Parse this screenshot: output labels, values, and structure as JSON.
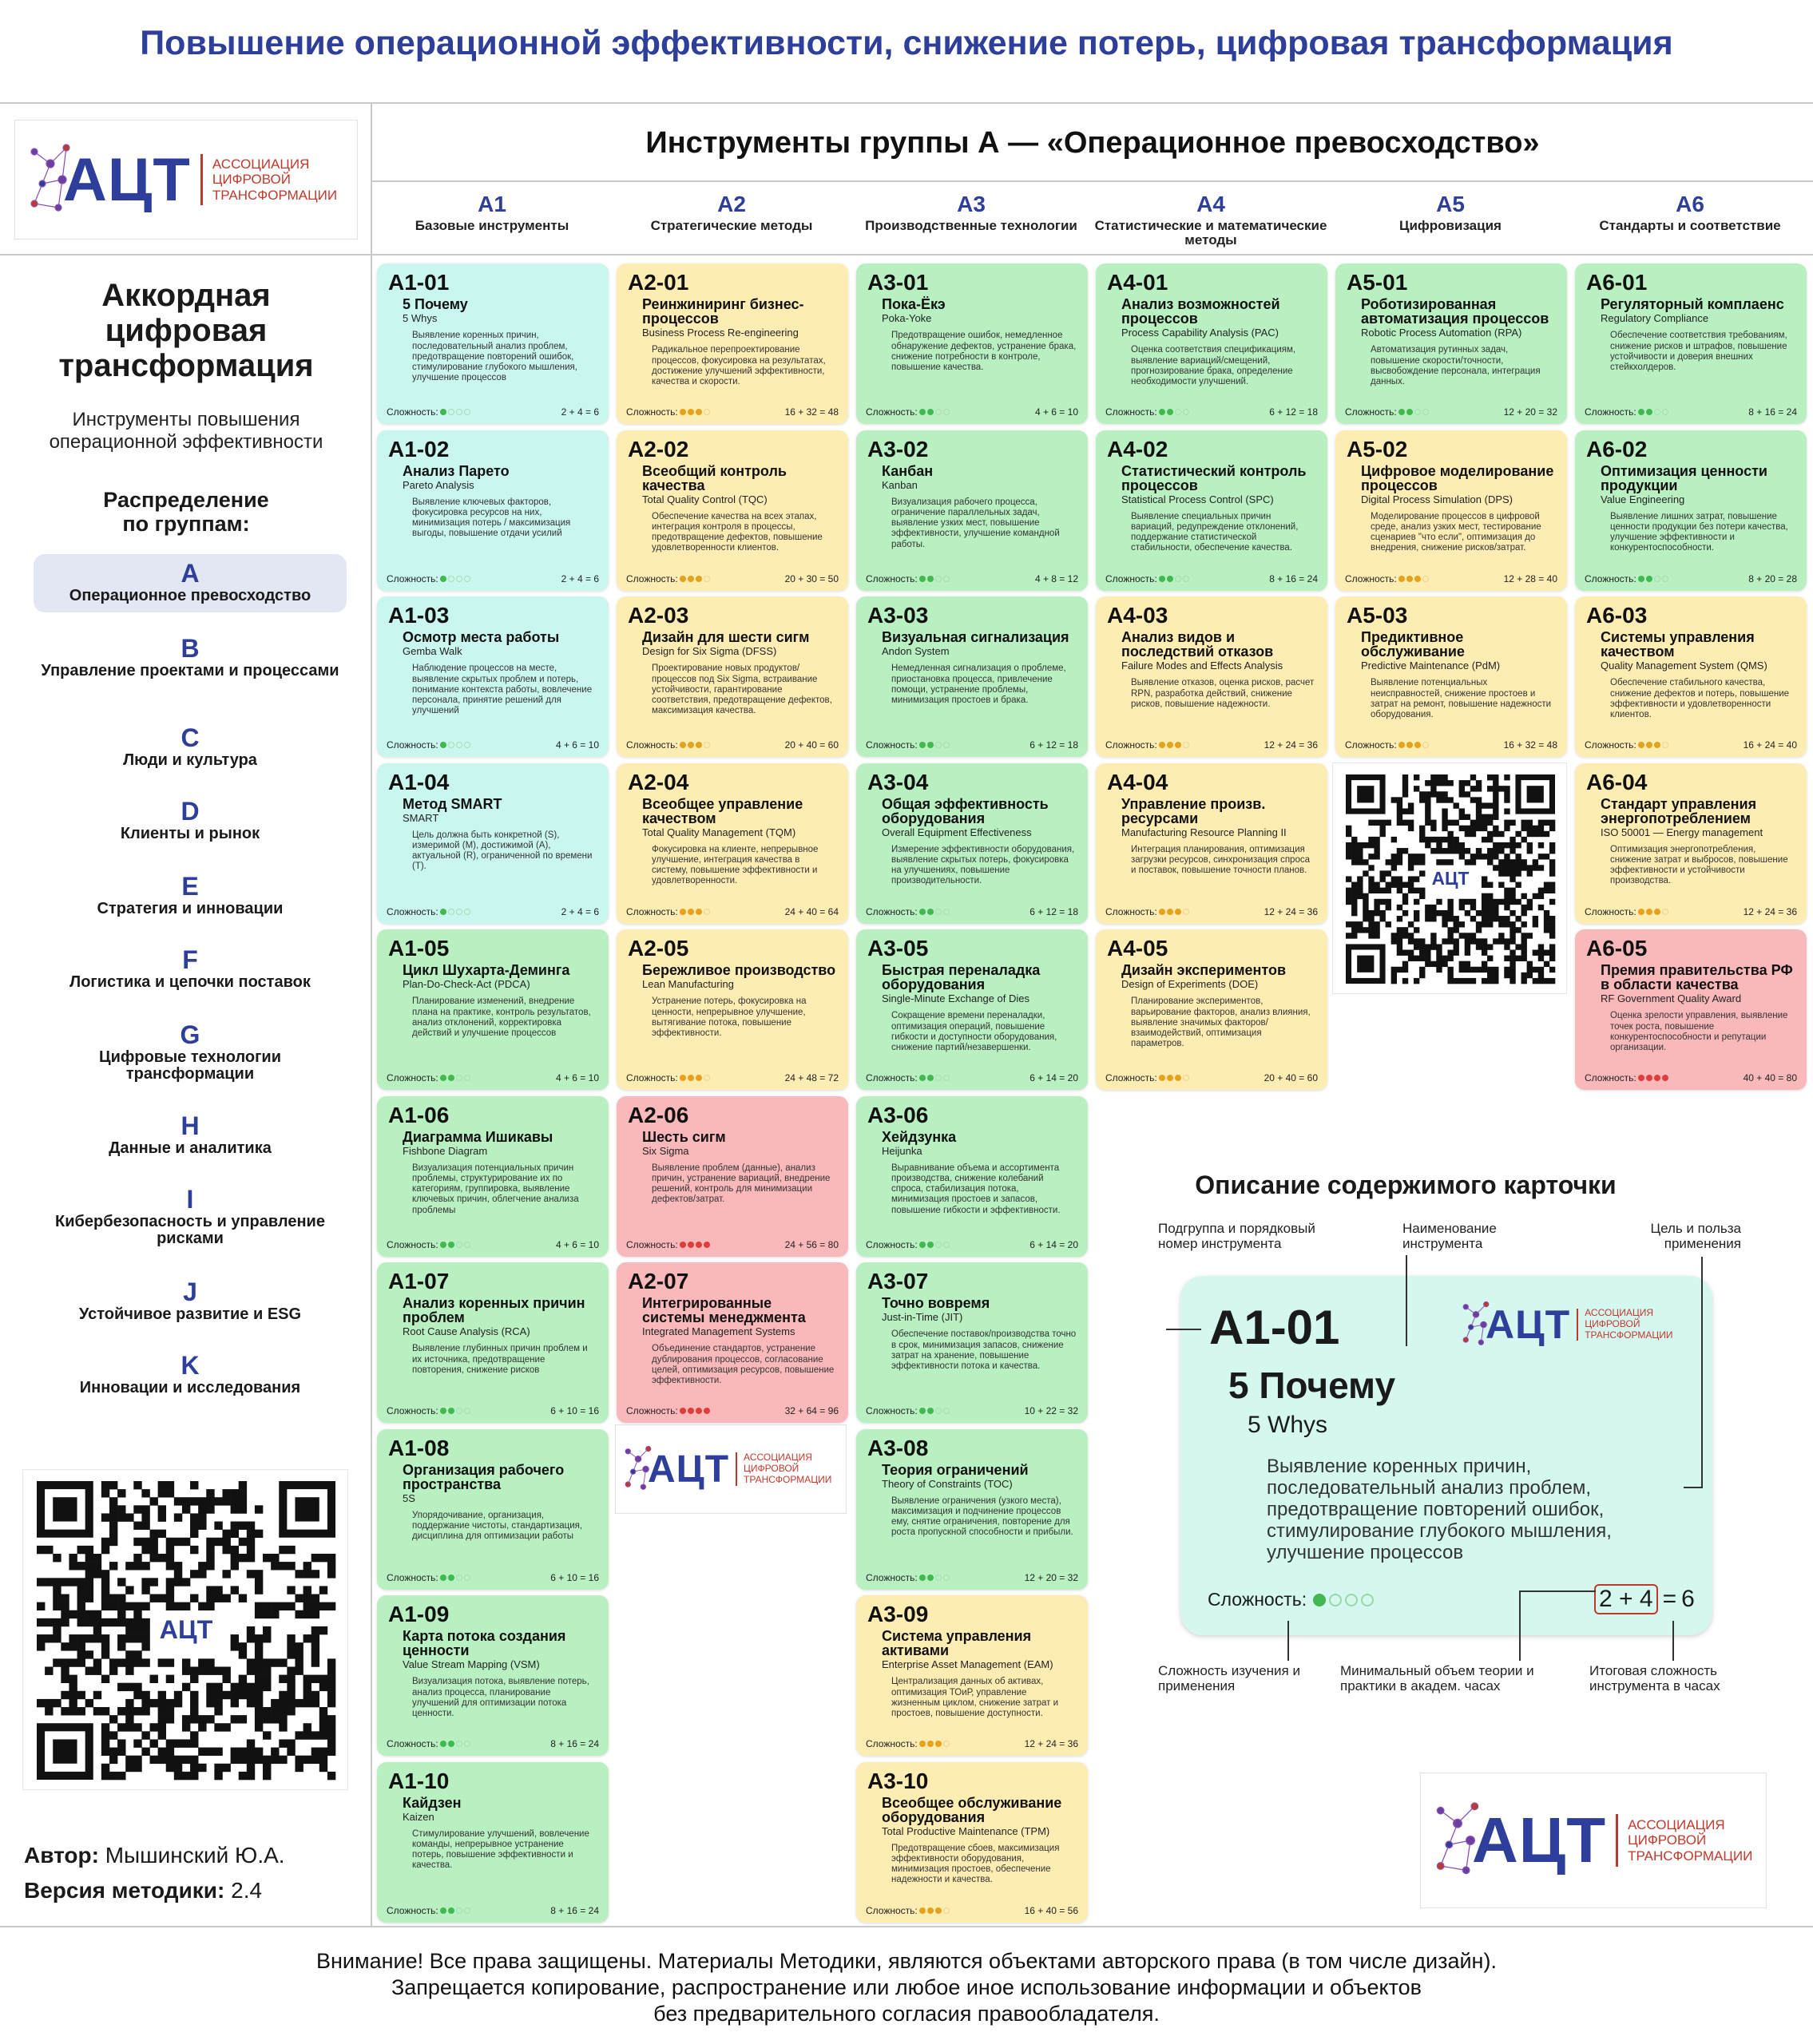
{
  "header": {
    "title": "Повышение операционной эффективности, снижение потерь, цифровая трансформация",
    "group_title": "Инструменты группы А — «Операционное превосходство»"
  },
  "logo": {
    "mark": "АЦТ",
    "caption": [
      "Ассоциация",
      "цифровой",
      "трансформации"
    ]
  },
  "columns": [
    {
      "code": "A1",
      "name": "Базовые инструменты"
    },
    {
      "code": "A2",
      "name": "Стратегические методы"
    },
    {
      "code": "A3",
      "name": "Производственные технологии"
    },
    {
      "code": "A4",
      "name": "Статистические и математические методы"
    },
    {
      "code": "A5",
      "name": "Цифровизация"
    },
    {
      "code": "A6",
      "name": "Стандарты и соответствие"
    }
  ],
  "sidebar": {
    "title": [
      "Аккордная",
      "цифровая",
      "трансформация"
    ],
    "subtitle": [
      "Инструменты повышения",
      "операционной эффективности"
    ],
    "distribution": [
      "Распределение",
      "по группам:"
    ],
    "groups": [
      {
        "letter": "A",
        "name": "Операционное превосходство"
      },
      {
        "letter": "B",
        "name": "Управление проектами и процессами"
      },
      {
        "letter": "C",
        "name": "Люди и культура"
      },
      {
        "letter": "D",
        "name": "Клиенты и рынок"
      },
      {
        "letter": "E",
        "name": "Стратегия и инновации"
      },
      {
        "letter": "F",
        "name": "Логистика и цепочки поставок"
      },
      {
        "letter": "G",
        "name": "Цифровые технологии трансформации"
      },
      {
        "letter": "H",
        "name": "Данные и аналитика"
      },
      {
        "letter": "I",
        "name": "Кибербезопасность и управление рисками"
      },
      {
        "letter": "J",
        "name": "Устойчивое развитие и ESG"
      },
      {
        "letter": "K",
        "name": "Инновации и исследования"
      }
    ],
    "author_label": "Автор:",
    "author": "Мышинский Ю.А.",
    "version_label": "Версия методики:",
    "version": "2.4"
  },
  "complexity_label": "Сложность:",
  "colors": {
    "cyan": "#c9f7ef",
    "green": "#b8f0c2",
    "yellow": "#fdedb3",
    "red": "#f9b9bb",
    "accent": "#2d3f9a",
    "brand_red": "#c0392b"
  },
  "cards": [
    {
      "id": "A1-01",
      "col": 0,
      "row": 0,
      "color": "cyan",
      "name": "5 Почему",
      "sub": "5 Whys",
      "desc": "Выявление коренных причин, последовательный анализ проблем, предотвращение повторений ошибок, стимулирование глубокого мышления, улучшение процессов",
      "level": 1,
      "formula": "2 + 4 = 6"
    },
    {
      "id": "A1-02",
      "col": 0,
      "row": 1,
      "color": "cyan",
      "name": "Анализ Парето",
      "sub": "Pareto Analysis",
      "desc": "Выявление ключевых факторов, фокусировка ресурсов на них, минимизация потерь / максимизация выгоды, повышение отдачи усилий",
      "level": 1,
      "formula": "2 + 4 = 6"
    },
    {
      "id": "A1-03",
      "col": 0,
      "row": 2,
      "color": "cyan",
      "name": "Осмотр места работы",
      "sub": "Gemba Walk",
      "desc": "Наблюдение процессов на месте, выявление скрытых проблем и потерь, понимание контекста работы, вовлечение персонала, принятие решений для улучшений",
      "level": 1,
      "formula": "4 + 6 = 10"
    },
    {
      "id": "A1-04",
      "col": 0,
      "row": 3,
      "color": "cyan",
      "name": "Метод SMART",
      "sub": "SMART",
      "desc": "Цель должна быть конкретной (S), измеримой (M), достижимой (A), актуальной (R), ограниченной по времени (T).",
      "level": 1,
      "formula": "2 + 4 = 6"
    },
    {
      "id": "A1-05",
      "col": 0,
      "row": 4,
      "color": "green",
      "name": "Цикл Шухарта-Деминга",
      "sub": "Plan-Do-Check-Act (PDCA)",
      "desc": "Планирование изменений, внедрение плана на практике, контроль результатов, анализ отклонений, корректировка действий и улучшение процессов",
      "level": 2,
      "formula": "4 + 6 = 10"
    },
    {
      "id": "A1-06",
      "col": 0,
      "row": 5,
      "color": "green",
      "name": "Диаграмма Ишикавы",
      "sub": "Fishbone Diagram",
      "desc": "Визуализация потенциальных причин проблемы, структурирование их по категориям, группировка, выявление ключевых причин, облегчение анализа проблемы",
      "level": 2,
      "formula": "4 + 6 = 10"
    },
    {
      "id": "A1-07",
      "col": 0,
      "row": 6,
      "color": "green",
      "name": "Анализ коренных причин проблем",
      "sub": "Root Cause Analysis (RCA)",
      "desc": "Выявление глубинных причин проблем и их источника, предотвращение повторения, снижение рисков",
      "level": 2,
      "formula": "6 + 10 = 16"
    },
    {
      "id": "A1-08",
      "col": 0,
      "row": 7,
      "color": "green",
      "name": "Организация рабочего пространства",
      "sub": "5S",
      "desc": "Упорядочивание, организация, поддержание чистоты, стандартизация, дисциплина для оптимизации работы",
      "level": 2,
      "formula": "6 + 10 = 16"
    },
    {
      "id": "A1-09",
      "col": 0,
      "row": 8,
      "color": "green",
      "name": "Карта потока создания ценности",
      "sub": "Value Stream Mapping (VSM)",
      "desc": "Визуализация потока, выявление потерь, анализ процесса, планирование улучшений для оптимизации потока ценности.",
      "level": 2,
      "formula": "8 + 16 = 24"
    },
    {
      "id": "A1-10",
      "col": 0,
      "row": 9,
      "color": "green",
      "name": "Кайдзен",
      "sub": "Kaizen",
      "desc": "Стимулирование улучшений, вовлечение команды, непрерывное устранение потерь, повышение эффективности и качества.",
      "level": 2,
      "formula": "8 + 16 = 24"
    },
    {
      "id": "A2-01",
      "col": 1,
      "row": 0,
      "color": "yellow",
      "name": "Реинжиниринг бизнес-процессов",
      "sub": "Business Process Re-engineering",
      "desc": "Радикальное перепроектирование процессов, фокусировка на результатах, достижение улучшений эффективности, качества и скорости.",
      "level": 3,
      "formula": "16 + 32 = 48"
    },
    {
      "id": "A2-02",
      "col": 1,
      "row": 1,
      "color": "yellow",
      "name": "Всеобщий контроль качества",
      "sub": "Total Quality Control (TQC)",
      "desc": "Обеспечение качества на всех этапах, интеграция контроля в процессы, предотвращение дефектов, повышение удовлетворенности клиентов.",
      "level": 3,
      "formula": "20 + 30 = 50"
    },
    {
      "id": "A2-03",
      "col": 1,
      "row": 2,
      "color": "yellow",
      "name": "Дизайн для шести сигм",
      "sub": "Design for Six Sigma (DFSS)",
      "desc": "Проектирование новых продуктов/ процессов под Six Sigma, встраивание устойчивости, гарантирование соответствия, предотвращение дефектов, максимизация качества.",
      "level": 3,
      "formula": "20 + 40 = 60"
    },
    {
      "id": "A2-04",
      "col": 1,
      "row": 3,
      "color": "yellow",
      "name": "Всеобщее управление качеством",
      "sub": "Total Quality Management (TQM)",
      "desc": "Фокусировка на клиенте, непрерывное улучшение, интеграция качества в систему, повышение эффективности и удовлетворенности.",
      "level": 3,
      "formula": "24 + 40 = 64"
    },
    {
      "id": "A2-05",
      "col": 1,
      "row": 4,
      "color": "yellow",
      "name": "Бережливое производство",
      "sub": "Lean Manufacturing",
      "desc": "Устранение потерь, фокусировка на ценности, непрерывное улучшение, вытягивание потока, повышение эффективности.",
      "level": 3,
      "formula": "24 + 48 = 72"
    },
    {
      "id": "A2-06",
      "col": 1,
      "row": 5,
      "color": "red",
      "name": "Шесть сигм",
      "sub": "Six Sigma",
      "desc": "Выявление проблем (данные), анализ причин, устранение вариаций, внедрение решений, контроль для минимизации дефектов/затрат.",
      "level": 4,
      "formula": "24 + 56 = 80"
    },
    {
      "id": "A2-07",
      "col": 1,
      "row": 6,
      "color": "red",
      "name": "Интегрированные системы менеджмента",
      "sub": "Integrated Management Systems",
      "desc": "Объединение стандартов, устранение дублирования процессов, согласование целей, оптимизация ресурсов, повышение эффективности.",
      "level": 4,
      "formula": "32 + 64 = 96"
    },
    {
      "id": "A3-01",
      "col": 2,
      "row": 0,
      "color": "green",
      "name": "Пока-Ёкэ",
      "sub": "Poka-Yoke",
      "desc": "Предотвращение ошибок, немедленное обнаружение дефектов, устранение брака, снижение потребности в контроле, повышение качества.",
      "level": 2,
      "formula": "4 + 6 = 10"
    },
    {
      "id": "A3-02",
      "col": 2,
      "row": 1,
      "color": "green",
      "name": "Канбан",
      "sub": "Kanban",
      "desc": "Визуализация рабочего процесса, ограничение параллельных задач, выявление узких мест, повышение эффективности, улучшение командной работы.",
      "level": 2,
      "formula": "4 + 8 = 12"
    },
    {
      "id": "A3-03",
      "col": 2,
      "row": 2,
      "color": "green",
      "name": "Визуальная сигнализация",
      "sub": "Andon System",
      "desc": "Немедленная сигнализация о проблеме, приостановка процесса, привлечение помощи, устранение проблемы, минимизация простоев и брака.",
      "level": 2,
      "formula": "6 + 12 = 18"
    },
    {
      "id": "A3-04",
      "col": 2,
      "row": 3,
      "color": "green",
      "name": "Общая эффективность оборудования",
      "sub": "Overall Equipment Effectiveness",
      "desc": "Измерение эффективности оборудования, выявление скрытых потерь, фокусировка на улучшениях, повышение производительности.",
      "level": 2,
      "formula": "6 + 12 = 18"
    },
    {
      "id": "A3-05",
      "col": 2,
      "row": 4,
      "color": "green",
      "name": "Быстрая переналадка оборудования",
      "sub": "Single-Minute Exchange of Dies",
      "desc": "Сокращение времени переналадки, оптимизация операций, повышение гибкости и доступности оборудования, снижение партий/незавершенки.",
      "level": 2,
      "formula": "6 + 14 = 20"
    },
    {
      "id": "A3-06",
      "col": 2,
      "row": 5,
      "color": "green",
      "name": "Хейдзунка",
      "sub": "Heijunka",
      "desc": "Выравнивание объема и ассортимента производства, снижение колебаний спроса, стабилизация потока, минимизация простоев и запасов, повышение гибкости и эффективности.",
      "level": 2,
      "formula": "6 + 14 = 20"
    },
    {
      "id": "A3-07",
      "col": 2,
      "row": 6,
      "color": "green",
      "name": "Точно вовремя",
      "sub": "Just-in-Time (JIT)",
      "desc": "Обеспечение поставок/производства точно в срок, минимизация запасов, снижение затрат на хранение, повышение эффективности потока и качества.",
      "level": 2,
      "formula": "10 + 22 = 32"
    },
    {
      "id": "A3-08",
      "col": 2,
      "row": 7,
      "color": "green",
      "name": "Теория ограничений",
      "sub": "Theory of Constraints (TOC)",
      "desc": "Выявление ограничения (узкого места), максимизация и подчинение процессов ему, снятие ограничения, повторение для роста пропускной способности и прибыли.",
      "level": 2,
      "formula": "12 + 20 = 32"
    },
    {
      "id": "A3-09",
      "col": 2,
      "row": 8,
      "color": "yellow",
      "name": "Система управления активами",
      "sub": "Enterprise Asset Management (EAM)",
      "desc": "Централизация данных об активах, оптимизация ТОиР, управление жизненным циклом, снижение затрат и простоев, повышение доступности.",
      "level": 3,
      "formula": "12 + 24 = 36"
    },
    {
      "id": "A3-10",
      "col": 2,
      "row": 9,
      "color": "yellow",
      "name": "Всеобщее обслуживание оборудования",
      "sub": "Total Productive Maintenance (TPM)",
      "desc": "Предотвращение сбоев, максимизация эффективности оборудования, минимизация простоев, обеспечение надежности и качества.",
      "level": 3,
      "formula": "16 + 40 = 56"
    },
    {
      "id": "A4-01",
      "col": 3,
      "row": 0,
      "color": "green",
      "name": "Анализ возможностей процессов",
      "sub": "Process Capability Analysis (PAC)",
      "desc": "Оценка соответствия спецификациям, выявление вариаций/смещений, прогнозирование брака, определение необходимости улучшений.",
      "level": 2,
      "formula": "6 + 12 = 18"
    },
    {
      "id": "A4-02",
      "col": 3,
      "row": 1,
      "color": "green",
      "name": "Статистический контроль процессов",
      "sub": "Statistical Process Control (SPC)",
      "desc": "Выявление специальных причин вариаций, редупреждение отклонений, поддержание статистической стабильности, обеспечение качества.",
      "level": 2,
      "formula": "8 + 16 = 24"
    },
    {
      "id": "A4-03",
      "col": 3,
      "row": 2,
      "color": "yellow",
      "name": "Анализ видов и последствий отказов",
      "sub": "Failure Modes and Effects Analysis",
      "desc": "Выявление отказов, оценка рисков, расчет RPN, разработка действий, снижение рисков, повышение надежности.",
      "level": 3,
      "formula": "12 + 24 = 36"
    },
    {
      "id": "A4-04",
      "col": 3,
      "row": 3,
      "color": "yellow",
      "name": "Управление произв. ресурсами",
      "sub": "Manufacturing Resource Planning II",
      "desc": "Интеграция планирования, оптимизация загрузки ресурсов, синхронизация спроса и поставок, повышение точности планов.",
      "level": 3,
      "formula": "12 + 24 = 36"
    },
    {
      "id": "A4-05",
      "col": 3,
      "row": 4,
      "color": "yellow",
      "name": "Дизайн экспериментов",
      "sub": "Design of Experiments (DOE)",
      "desc": "Планирование экспериментов, варьирование факторов, анализ влияния, выявление значимых факторов/взаимодействий, оптимизация параметров.",
      "level": 3,
      "formula": "20 + 40 = 60"
    },
    {
      "id": "A5-01",
      "col": 4,
      "row": 0,
      "color": "green",
      "name": "Роботизированная автоматизация процессов",
      "sub": "Robotic Process Automation (RPA)",
      "desc": "Автоматизация рутинных задач, повышение скорости/точности, высвобождение персонала, интеграция данных.",
      "level": 2,
      "formula": "12 + 20 = 32"
    },
    {
      "id": "A5-02",
      "col": 4,
      "row": 1,
      "color": "yellow",
      "name": "Цифровое моделирование процессов",
      "sub": "Digital Process Simulation (DPS)",
      "desc": "Моделирование процессов в цифровой среде, анализ узких мест, тестирование сценариев \"что если\", оптимизация до внедрения, снижение рисков/затрат.",
      "level": 3,
      "formula": "12 + 28 = 40"
    },
    {
      "id": "A5-03",
      "col": 4,
      "row": 2,
      "color": "yellow",
      "name": "Предиктивное обслуживание",
      "sub": "Predictive Maintenance (PdM)",
      "desc": "Выявление потенциальных неисправностей, снижение простоев и затрат на ремонт, повышение надежности оборудования.",
      "level": 3,
      "formula": "16 + 32 = 48"
    },
    {
      "id": "A6-01",
      "col": 5,
      "row": 0,
      "color": "green",
      "name": "Регуляторный комплаенс",
      "sub": "Regulatory Compliance",
      "desc": "Обеспечение соответствия требованиям, снижение рисков и штрафов, повышение устойчивости и доверия внешних стейкхолдеров.",
      "level": 2,
      "formula": "8 + 16 = 24"
    },
    {
      "id": "A6-02",
      "col": 5,
      "row": 1,
      "color": "green",
      "name": "Оптимизация ценности продукции",
      "sub": "Value Engineering",
      "desc": "Выявление лишних затрат, повышение ценности продукции без потери качества, улучшение эффективности и конкурентоспособности.",
      "level": 2,
      "formula": "8 + 20 = 28"
    },
    {
      "id": "A6-03",
      "col": 5,
      "row": 2,
      "color": "yellow",
      "name": "Системы управления качеством",
      "sub": "Quality Management System (QMS)",
      "desc": "Обеспечение стабильного качества, снижение дефектов и потерь, повышение эффективности и удовлетворенности клиентов.",
      "level": 3,
      "formula": "16 + 24 = 40"
    },
    {
      "id": "A6-04",
      "col": 5,
      "row": 3,
      "color": "yellow",
      "name": "Стандарт управления энергопотреблением",
      "sub": "ISO 50001 — Energy management",
      "desc": "Оптимизация энергопотребления, снижение затрат и выбросов, повышение эффективности и устойчивости производства.",
      "level": 3,
      "formula": "12 + 24 = 36"
    },
    {
      "id": "A6-05",
      "col": 5,
      "row": 4,
      "color": "red",
      "name": "Премия правительства РФ в области качества",
      "sub": "RF Government Quality Award",
      "desc": "Оценка зрелости управления, выявление точек роста, повышение конкурентоспособности и репутации организации.",
      "level": 4,
      "formula": "40 + 40 = 80"
    }
  ],
  "description": {
    "title": "Описание содержимого карточки",
    "labels": {
      "subgroup": "Подгруппа и порядковый номер инструмента",
      "name": "Наименование инструмента",
      "goal": "Цель и польза применения",
      "complexity": "Сложность изучения и применения",
      "min_volume": "Минимальный объем теории и практики в академ. часах",
      "total": "Итоговая сложность инструмента в часах"
    },
    "example": {
      "id": "A1-01",
      "name": "5 Почему",
      "sub": "5 Whys",
      "desc": "Выявление коренных причин, последовательный анализ проблем, предотвращение повторений ошибок, стимулирование глубокого мышления, улучшение процессов",
      "complexity_label": "Сложность:",
      "a": "2",
      "b": "4",
      "total": "6"
    }
  },
  "footer": {
    "lines": [
      "Внимание! Все права защищены. Материалы Методики, являются объектами авторского права (в том числе дизайн).",
      "Запрещается копирование, распространение или любое иное использование информации и объектов",
      "без предварительного согласия правообладателя."
    ]
  }
}
